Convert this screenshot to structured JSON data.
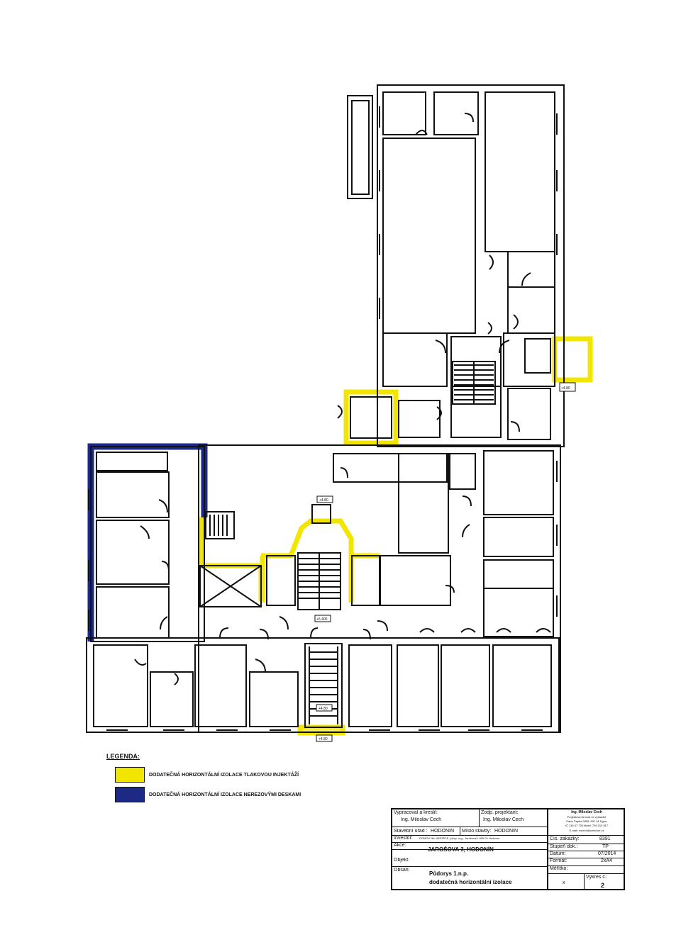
{
  "plan": {
    "tags": [
      "+4.80",
      "+5.400",
      "+4.80",
      "+4.80",
      "+4.80"
    ],
    "colors": {
      "wall": "#111111",
      "injection": "#f2e600",
      "plates": "#1c2a86",
      "background": "#ffffff"
    }
  },
  "legend": {
    "title": "LEGENDA:",
    "items": [
      {
        "label": "DODATEČNÁ HORIZONTÁLNÍ IZOLACE TLAKOVOU INJEKTÁŽÍ",
        "color": "#f2e600"
      },
      {
        "label": "DODATEČNÁ HORIZONTÁLNÍ IZOLACE NEREZOVÝMI DESKAMI",
        "color": "#1c2a86"
      }
    ]
  },
  "title_block": {
    "vypracoval_label": "Vypracoval a kreslil:",
    "vypracoval_value": "Ing. Miloslav Čech",
    "zodp_label": "Zodp. projektant:",
    "zodp_value": "Ing. Miloslav Čech",
    "company_name": "Ing. Miloslav Čech",
    "company_line1": "Projektová činnost ve výstavbě",
    "company_line2": "Karla Čapka 3895, 697 01 Kyjov",
    "company_line3": "IČ 130 47 739   Mobil: 739 313 817",
    "company_line4": "E-mail: mcech@centrum.cz",
    "urad_label": "Stavební úřad :",
    "urad_value": "HODONÍN",
    "misto_label": "Místo stavby:",
    "misto_value": "HODONÍN",
    "investor_label": "Investor:",
    "investor_value": "DOMOV NA JAROŠCE, přísp. org., Jarošova3, 695 01 Hodonín",
    "akce_label": "Akce:",
    "akce_value": "JAROŠOVA 3, HODONÍN",
    "objekt_label": "Objekt:",
    "obsah_label": "Obsah:",
    "obsah_line1": "Půdorys 1.n.p.",
    "obsah_line2": "dodatečná horizontální izolace",
    "cis_label": "Čís. zakázky:",
    "cis_value": "8391",
    "stupen_label": "Stupeň dok.:",
    "stupen_value": "TP",
    "datum_label": "Datum:",
    "datum_value": "07/2014",
    "format_label": "Formát:",
    "format_value": "2xA4",
    "meritko_label": "Měřítko:",
    "meritko_value": "x",
    "vykres_label": "Výkres č.:",
    "vykres_value": "2"
  }
}
